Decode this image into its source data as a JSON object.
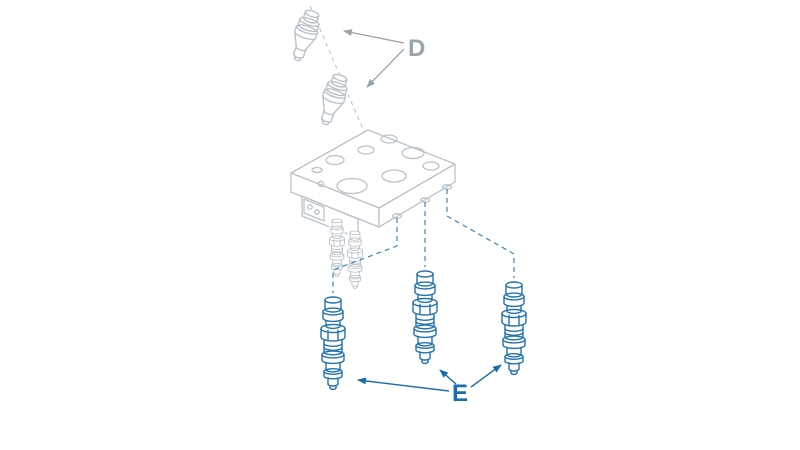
{
  "diagram": {
    "type": "exploded-parts-diagram",
    "labels": {
      "top_parts": "D",
      "bottom_parts": "E"
    },
    "colors": {
      "ghost_gray": "#b9c2ca",
      "label_gray": "#9aa4ac",
      "valve_blue": "#2373af",
      "leader_blue": "#3d85bd",
      "label_blue": "#1a6dad",
      "background": "#ffffff"
    }
  }
}
